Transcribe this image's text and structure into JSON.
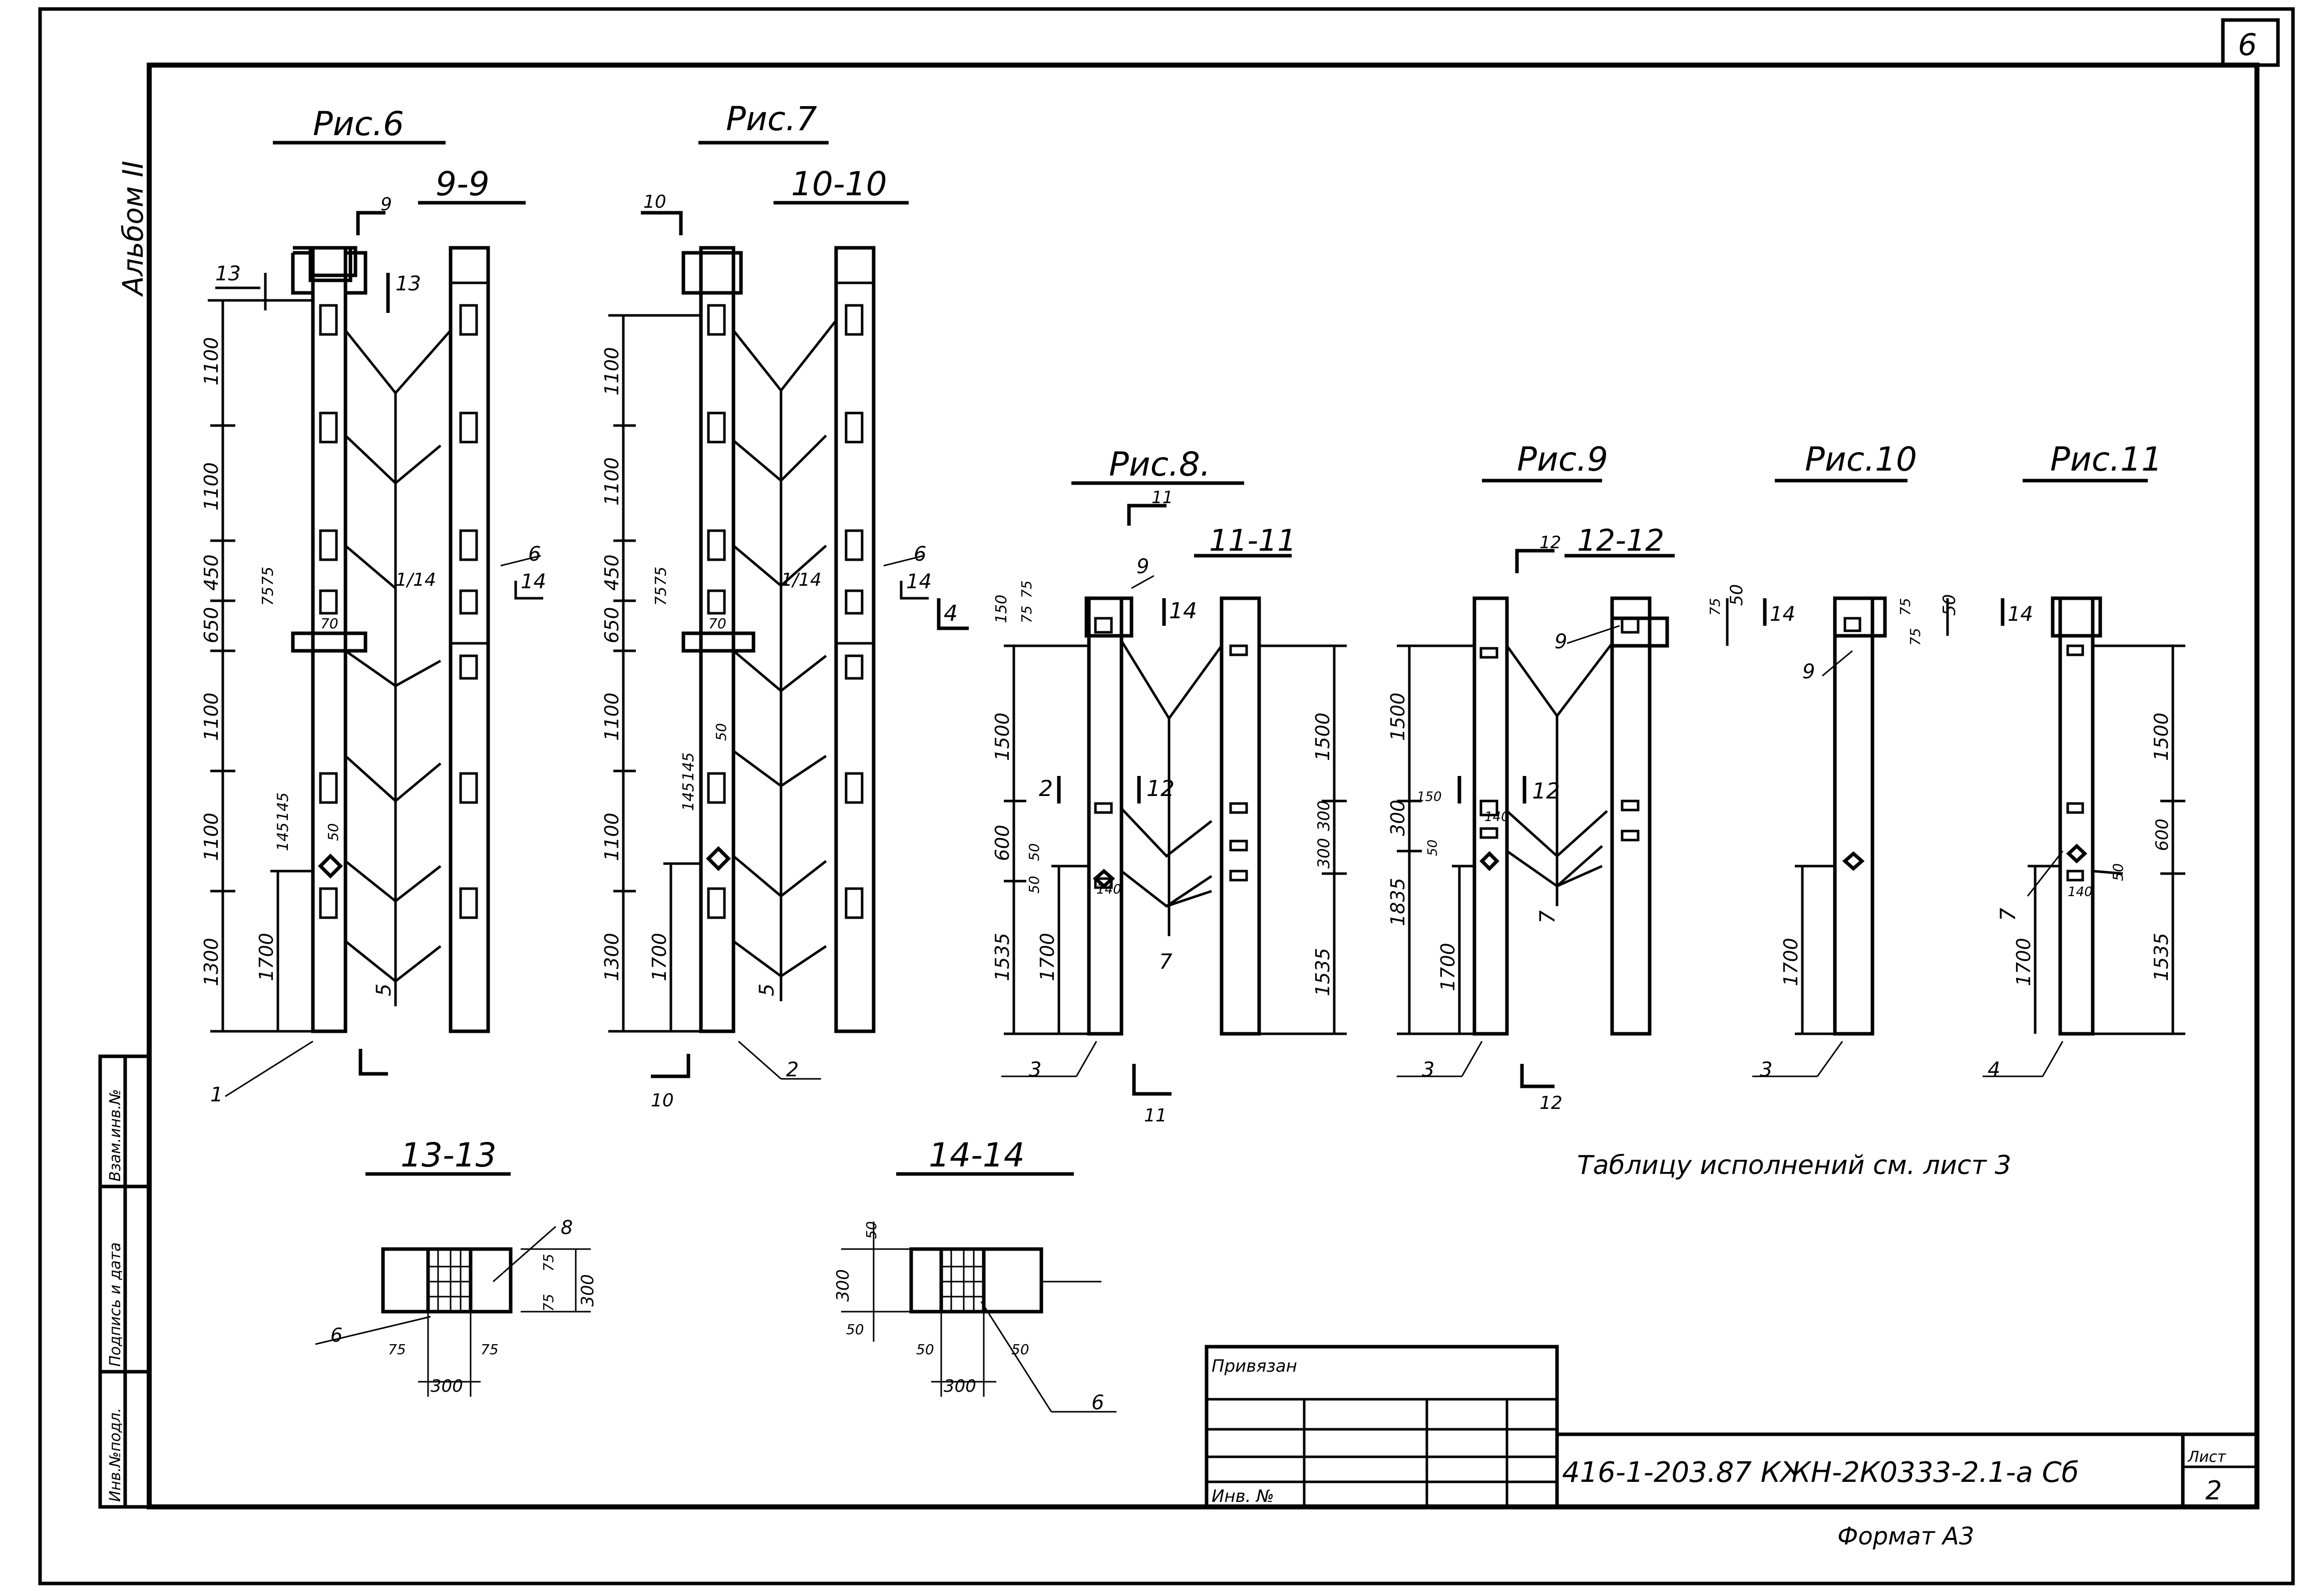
{
  "sheet": {
    "corner_number": "6",
    "album": "Альбом II",
    "format_note": "Формат А3",
    "table_note": "Таблицу исполнений см. лист 3"
  },
  "stamp": {
    "tied": "Привязан",
    "inv": "Инв. №",
    "code": "416-1-203.87 КЖН-2К0333-2.1-а Сб",
    "sheet_label": "Лист",
    "sheet_no": "2"
  },
  "side_stamp": {
    "inv_orig": "Инв.№подл.",
    "sign_date": "Подпись и дата",
    "replace_inv": "Взам.инв.№"
  },
  "figures": {
    "f6": {
      "title": "Рис.6",
      "section": "9-9",
      "cut": "9",
      "posA": "13",
      "posB": "13",
      "lbl14": "14",
      "pos": "6",
      "part": "5",
      "base": "1"
    },
    "f7": {
      "title": "Рис.7",
      "section": "10-10",
      "cut": "10",
      "lbl14": "14",
      "pos": "6",
      "part": "5",
      "base": "2"
    },
    "f8": {
      "title": "Рис.8.",
      "section": "11-11",
      "cut": "11",
      "pos9": "9",
      "lbl14": "14",
      "lbl12": "12",
      "part": "7",
      "base": "3"
    },
    "f9": {
      "title": "Рис.9",
      "section": "12-12",
      "cut": "12",
      "pos9": "9",
      "lbl12": "12",
      "part": "7",
      "base": "3"
    },
    "f10": {
      "title": "Рис.10",
      "pos9": "9",
      "lbl14": "14",
      "base": "3"
    },
    "f11": {
      "title": "Рис.11",
      "lbl14": "14",
      "part": "7",
      "base": "4"
    },
    "s13": {
      "title": "13-13",
      "p8": "8",
      "p6": "6"
    },
    "s14": {
      "title": "14-14",
      "p6": "6"
    }
  },
  "dims": {
    "f6": [
      "1100",
      "1100",
      "450",
      "650",
      "1100",
      "1100",
      "1300",
      "1700",
      "75",
      "75",
      "145",
      "145",
      "50",
      "70"
    ],
    "f7": [
      "1100",
      "1100",
      "450",
      "650",
      "1100",
      "1100",
      "1300",
      "1700",
      "75",
      "75",
      "145",
      "145",
      "50",
      "70"
    ],
    "f8": [
      "150",
      "75",
      "75",
      "1500",
      "600",
      "50",
      "50",
      "1535",
      "1700",
      "1500",
      "300",
      "300",
      "1535",
      "140"
    ],
    "f9": [
      "1500",
      "300",
      "50",
      "150",
      "1835",
      "1700",
      "75",
      "50",
      "140"
    ],
    "f10": [
      "75",
      "75",
      "50",
      "1700"
    ],
    "f11": [
      "1500",
      "600",
      "50",
      "1535",
      "1700",
      "140"
    ],
    "s13": [
      "75",
      "75",
      "300",
      "75",
      "75",
      "300"
    ],
    "s14": [
      "50",
      "300",
      "50",
      "50",
      "50",
      "300"
    ]
  }
}
